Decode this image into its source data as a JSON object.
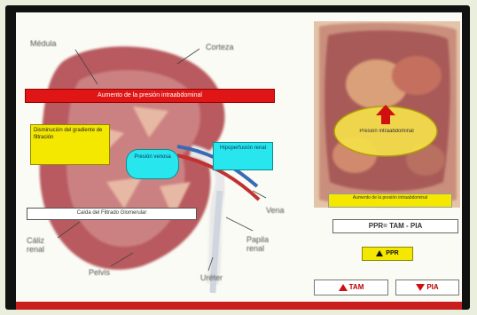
{
  "kidney": {
    "labels": {
      "medulla": "Médula",
      "cortex": "Corteza",
      "vein": "Vena",
      "renal_papilla": "Papila renal",
      "calyx": "Cáliz renal",
      "pelvis": "Pelvis",
      "ureter": "Uréter"
    },
    "red_box": "Aumento de la presión intraabdominal",
    "yellow_box": "Disminución del gradiente de filtración",
    "cyan_left": "Presión venosa",
    "cyan_right": "Hipoperfusión renal",
    "white_box": "Caída del Filtrado Glomerular"
  },
  "abdomen": {
    "ellipse_label": "Presión intraabdominal",
    "note": "Aumento de la presión intraabdominal"
  },
  "formula": "PPR= TAM - PIA",
  "ppr": "PPR",
  "tam": "TAM",
  "pia": "PIA",
  "colors": {
    "frame": "#111111",
    "red": "#e01616",
    "yellow": "#f4e700",
    "cyan": "#28e6ee"
  }
}
